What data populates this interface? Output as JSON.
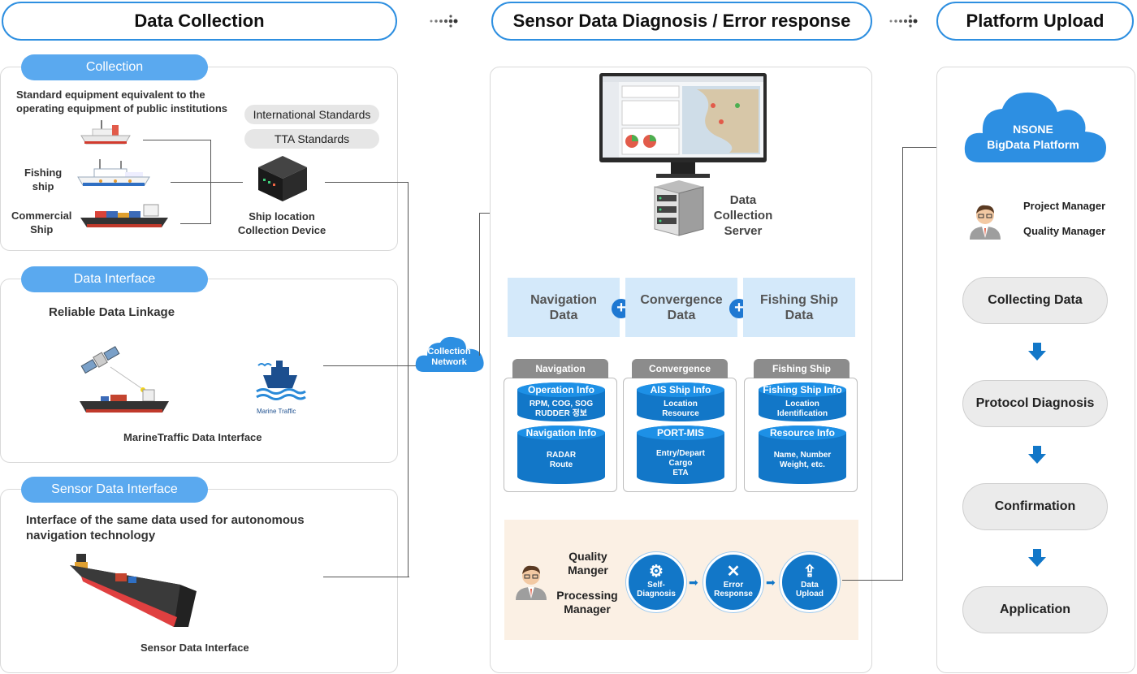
{
  "titles": {
    "collection": "Data Collection",
    "diagnosis": "Sensor Data Diagnosis / Error response",
    "upload": "Platform Upload"
  },
  "left": {
    "collection": {
      "pill": "Collection",
      "desc_line1": "Standard equipment equivalent to the",
      "desc_line2": "operating equipment of public institutions",
      "std1": "International Standards",
      "std2": "TTA Standards",
      "fishing_line1": "Fishing",
      "fishing_line2": "ship",
      "commercial_line1": "Commercial",
      "commercial_line2": "Ship",
      "device_line1": "Ship location",
      "device_line2": "Collection Device"
    },
    "interface": {
      "pill": "Data Interface",
      "desc": "Reliable Data Linkage",
      "marine_logo": "Marine Traffic",
      "caption": "MarineTraffic Data Interface"
    },
    "sensor": {
      "pill": "Sensor Data Interface",
      "desc_line1": "Interface of the same data used for  autonomous",
      "desc_line2": "navigation technology",
      "caption": "Sensor Data Interface"
    }
  },
  "network": {
    "line1": "Collection",
    "line2": "Network"
  },
  "middle": {
    "server_line1": "Data",
    "server_line2": "Collection",
    "server_line3": "Server",
    "data_boxes": [
      {
        "l1": "Navigation",
        "l2": "Data"
      },
      {
        "l1": "Convergence",
        "l2": "Data"
      },
      {
        "l1": "Fishing Ship",
        "l2": "Data"
      }
    ],
    "categories": [
      {
        "tab": "Navigation",
        "c1_title": "Operation Info",
        "c1_l1": "RPM, COG, SOG",
        "c1_l2": "RUDDER 정보",
        "c2_title": "Navigation Info",
        "c2_l1": "RADAR",
        "c2_l2": "Route",
        "c2_l3": ""
      },
      {
        "tab": "Convergence",
        "c1_title": "AIS Ship Info",
        "c1_l1": "Location",
        "c1_l2": "Resource",
        "c2_title": "PORT-MIS",
        "c2_l1": "Entry/Depart",
        "c2_l2": "Cargo",
        "c2_l3": "ETA"
      },
      {
        "tab": "Fishing Ship",
        "c1_title": "Fishing Ship Info",
        "c1_l1": "Location",
        "c1_l2": "Identification",
        "c2_title": "Resource Info",
        "c2_l1": "Name, Number",
        "c2_l2": "Weight, etc.",
        "c2_l3": ""
      }
    ],
    "process": {
      "qm_line1": "Quality",
      "qm_line2": "Manger",
      "pm_line1": "Processing",
      "pm_line2": "Manager",
      "step1_l1": "Self-",
      "step1_l2": "Diagnosis",
      "step2_l1": "Error",
      "step2_l2": "Response",
      "step3_l1": "Data",
      "step3_l2": "Upload"
    }
  },
  "right": {
    "cloud_line1": "NSONE",
    "cloud_line2": "BigData Platform",
    "role1": "Project Manager",
    "role2": "Quality Manager",
    "steps": [
      "Collecting Data",
      "Protocol Diagnosis",
      "Confirmation",
      "Application"
    ]
  },
  "colors": {
    "accent": "#2e8fe0",
    "pill_blue": "#5aa9ef",
    "dark_blue": "#1277c8",
    "light_blue_box": "#d4e9fa",
    "process_bg": "#fbf0e4"
  }
}
